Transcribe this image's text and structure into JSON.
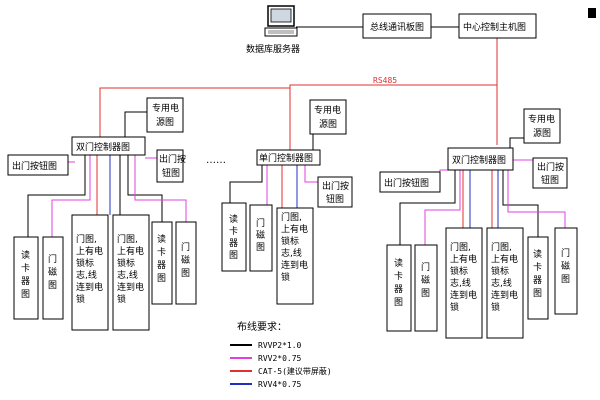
{
  "labels": {
    "db_server": "数据库服务器",
    "bus_board": "总线通讯板图",
    "center_host": "中心控制主机图",
    "bus_name": "RS485",
    "power": "专用电源图",
    "dual_ctrl": "双门控制器图",
    "single_ctrl": "单门控制器图",
    "exit_button": "出门按钮图",
    "card_reader": "读卡器图",
    "door_magnet": "门磁图",
    "door_lock": "门图，上有电锁标志，线连到电锁",
    "ellipsis": "……",
    "legend_title": "布线要求："
  },
  "legend": [
    {
      "label": "RVVP2*1.0",
      "color": "#000000"
    },
    {
      "label": "RVV2*0.75",
      "color": "#e040e0"
    },
    {
      "label": "CAT-5(建议带屏蔽)",
      "color": "#e03030"
    },
    {
      "label": "RVV4*0.75",
      "color": "#2030c0"
    }
  ],
  "colors": {
    "black": "#000000",
    "magenta": "#e040e0",
    "red": "#e03030",
    "blue": "#2030c0"
  }
}
